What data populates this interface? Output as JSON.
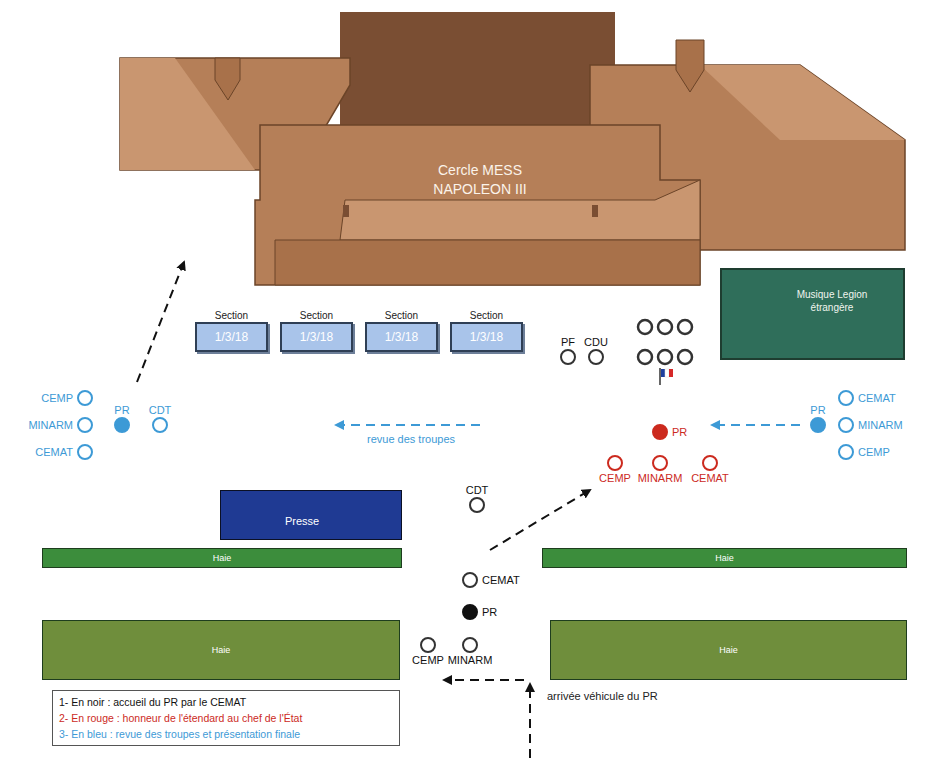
{
  "diagram": {
    "nodes": [
      {
        "text": [
          "Cercle MESS NAPOLEON III"
        ]
      },
      {
        "text": [
          "Section",
          "1/3/18"
        ]
      },
      {
        "text": [
          "Section",
          "1/3/18"
        ]
      },
      {
        "text": [
          "Section",
          "1/3/18"
        ]
      },
      {
        "text": [
          "Section",
          "1/3/18"
        ]
      },
      {
        "text": [
          "PF"
        ]
      },
      {
        "text": [
          "CDU"
        ]
      },
      {
        "text": [
          "Musique Legion étrangère"
        ]
      },
      {
        "text": [
          "CEMP"
        ]
      },
      {
        "text": [
          "PR"
        ]
      },
      {
        "text": [
          "CDT"
        ]
      },
      {
        "text": [
          "MINARM"
        ]
      },
      {
        "text": [
          "CEMAT"
        ]
      },
      {
        "text": [
          "PR"
        ]
      },
      {
        "text": [
          "CEMAT"
        ]
      },
      {
        "text": [
          "MINARM"
        ]
      },
      {
        "text": [
          "CEMP"
        ]
      },
      {
        "text": [
          "PR"
        ]
      },
      {
        "text": [
          "CEMP"
        ]
      },
      {
        "text": [
          "MINARM"
        ]
      },
      {
        "text": [
          "CEMAT"
        ]
      },
      {
        "text": [
          "CDT"
        ]
      },
      {
        "text": [
          "Presse"
        ]
      },
      {
        "text": [
          "Haie"
        ]
      },
      {
        "text": [
          "Haie"
        ]
      },
      {
        "text": [
          "CEMAT"
        ]
      },
      {
        "text": [
          "PR"
        ]
      },
      {
        "text": [
          "CEMP"
        ]
      },
      {
        "text": [
          "MINARM"
        ]
      },
      {
        "text": [
          "Haie"
        ]
      },
      {
        "text": [
          "Haie"
        ]
      }
    ],
    "labels": [
      "revue des troupes",
      "arrivée véhicule du PR"
    ],
    "legend": [
      {
        "text": "1- En noir : accueil du PR par le CEMAT",
        "color": "#111111"
      },
      {
        "text": "2- En rouge : honneur de l'étendard au chef de l'État",
        "color": "#cc2a1e"
      },
      {
        "text": "3- En bleu : revue des troupes et présentation finale",
        "color": "#3d9ad6"
      }
    ]
  }
}
